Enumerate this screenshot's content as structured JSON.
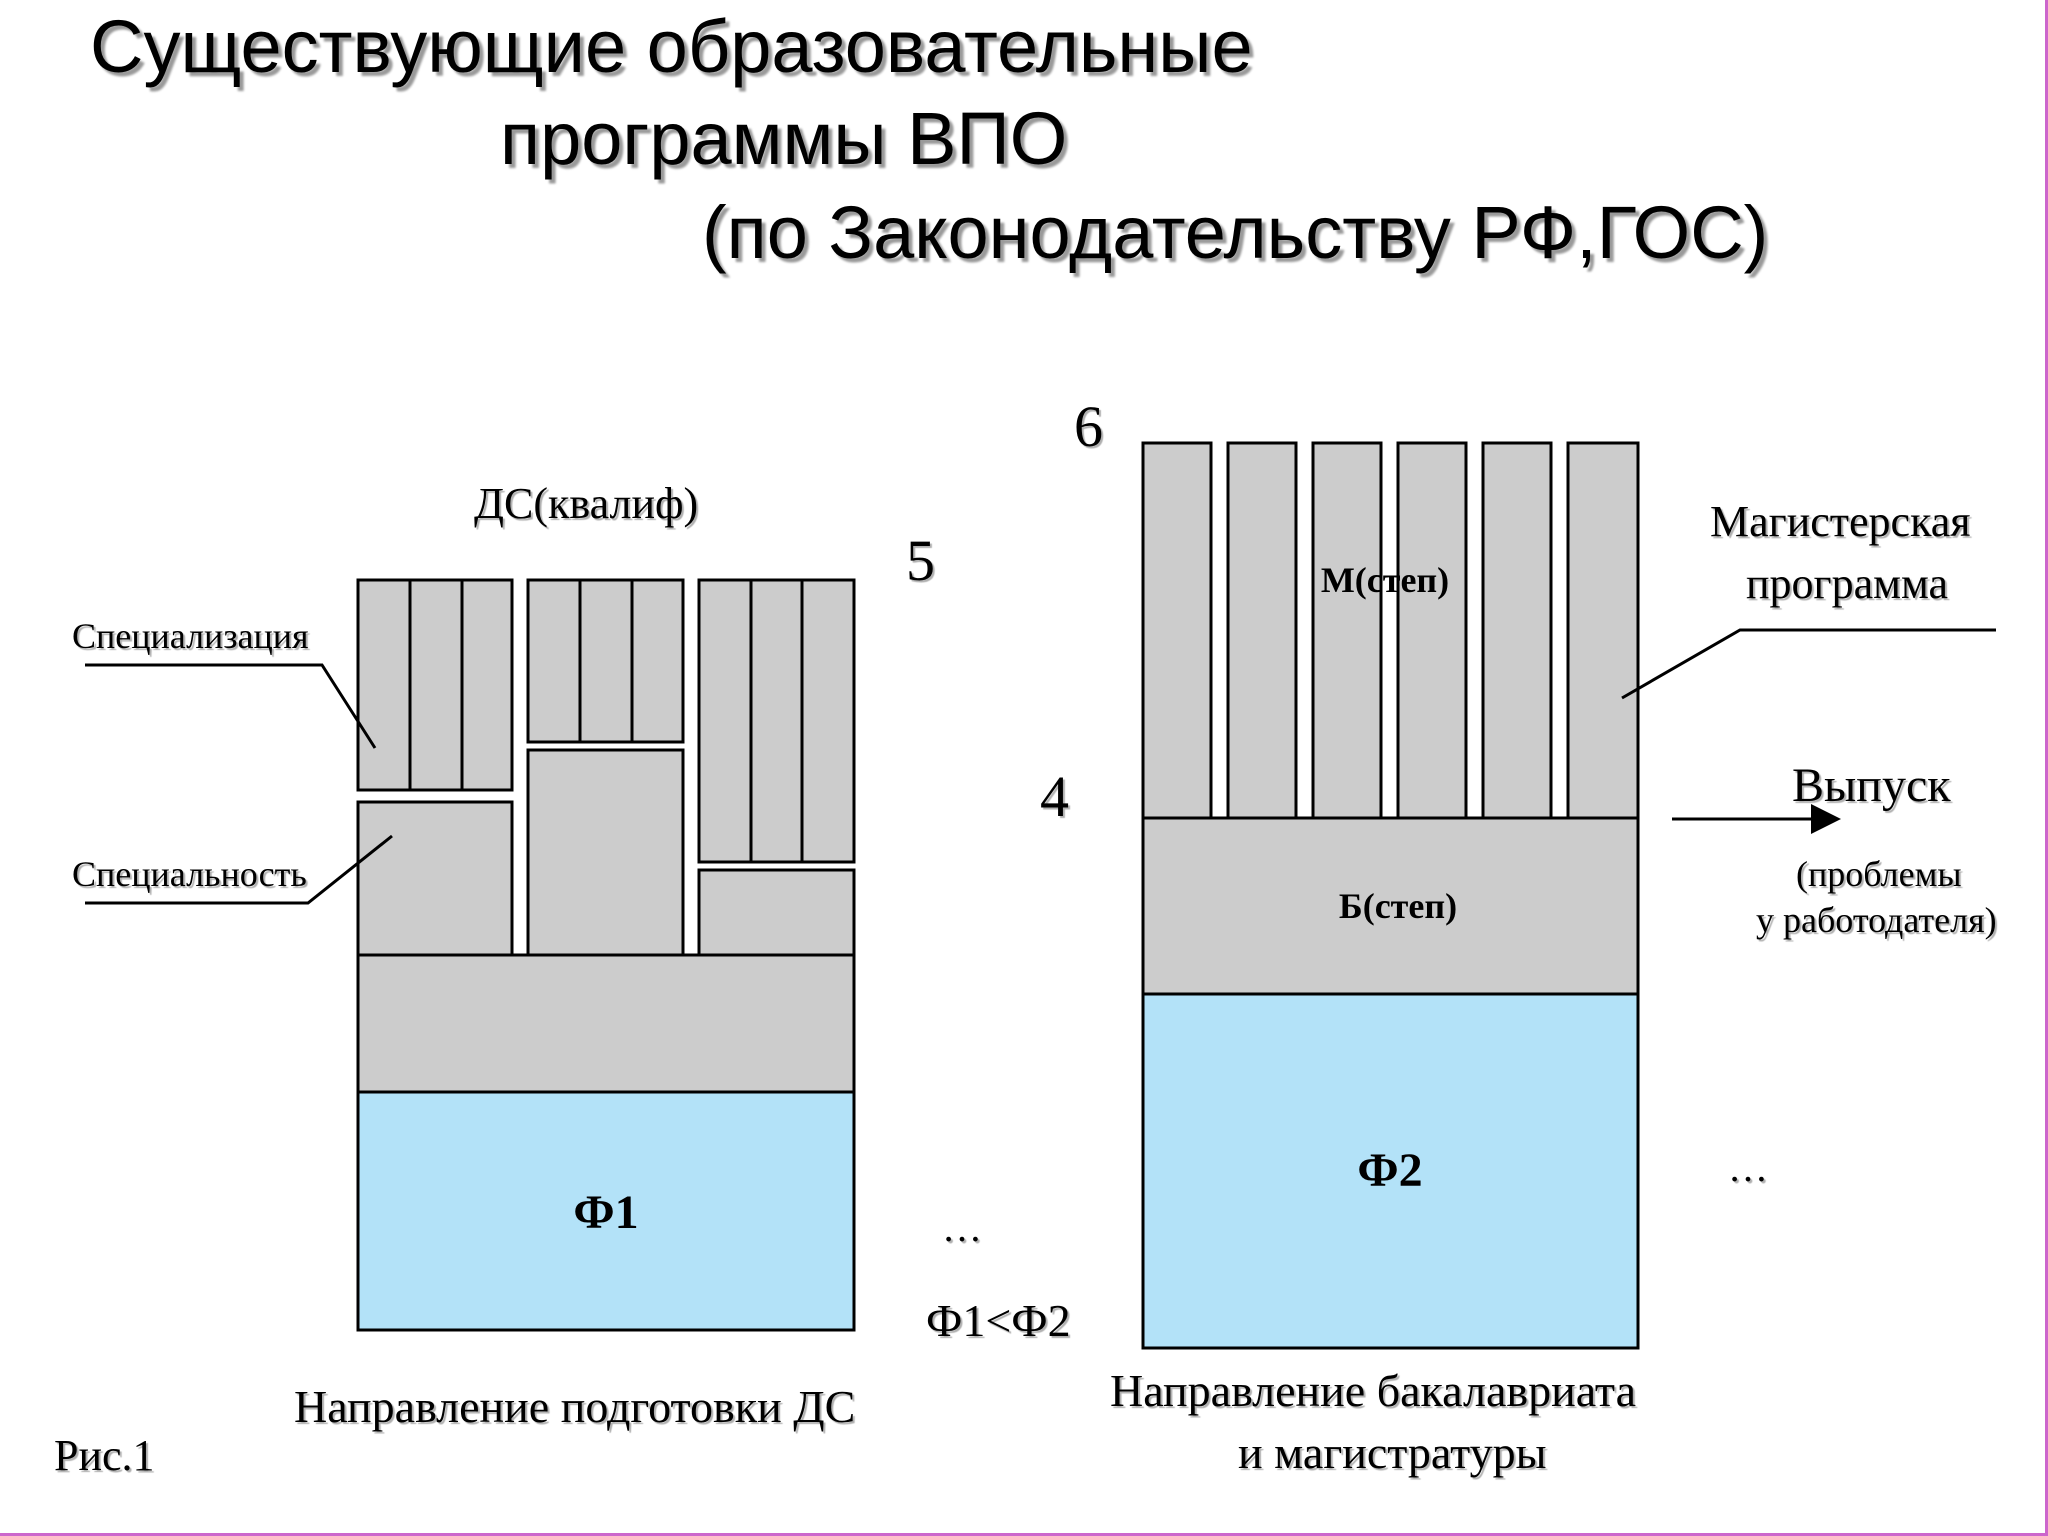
{
  "title": {
    "line1": "Существующие образовательные",
    "line2": "программы ВПО",
    "line3": "(по Законодательству РФ,ГОС)"
  },
  "left_block": {
    "qualification_label": "ДС(квалиф)",
    "level_label": "5",
    "specialization_label": "Специализация",
    "specialty_label": "Специальность",
    "foundation_label": "Ф1",
    "caption": "Направление подготовки ДС"
  },
  "right_block": {
    "level_top": "6",
    "level_mid": "4",
    "master_degree_label": "М(степ)",
    "bachelor_degree_label": "Б(степ)",
    "foundation_label": "Ф2",
    "master_program_line1": "Магистерская",
    "master_program_line2": "программа",
    "graduation_label": "Выпуск",
    "graduation_note_line1": "(проблемы",
    "graduation_note_line2": "у работодателя)",
    "caption_line1": "Направление бакалавриата",
    "caption_line2": "и магистратуры"
  },
  "ellipsis_left": "…",
  "ellipsis_right": "…",
  "comparison": "Ф1<Ф2",
  "figure_label": "Рис.1",
  "colors": {
    "module_fill": "#cccccc",
    "foundation_fill": "#b3e2f8",
    "stroke": "#000000",
    "border_accent": "#cc66cc"
  }
}
